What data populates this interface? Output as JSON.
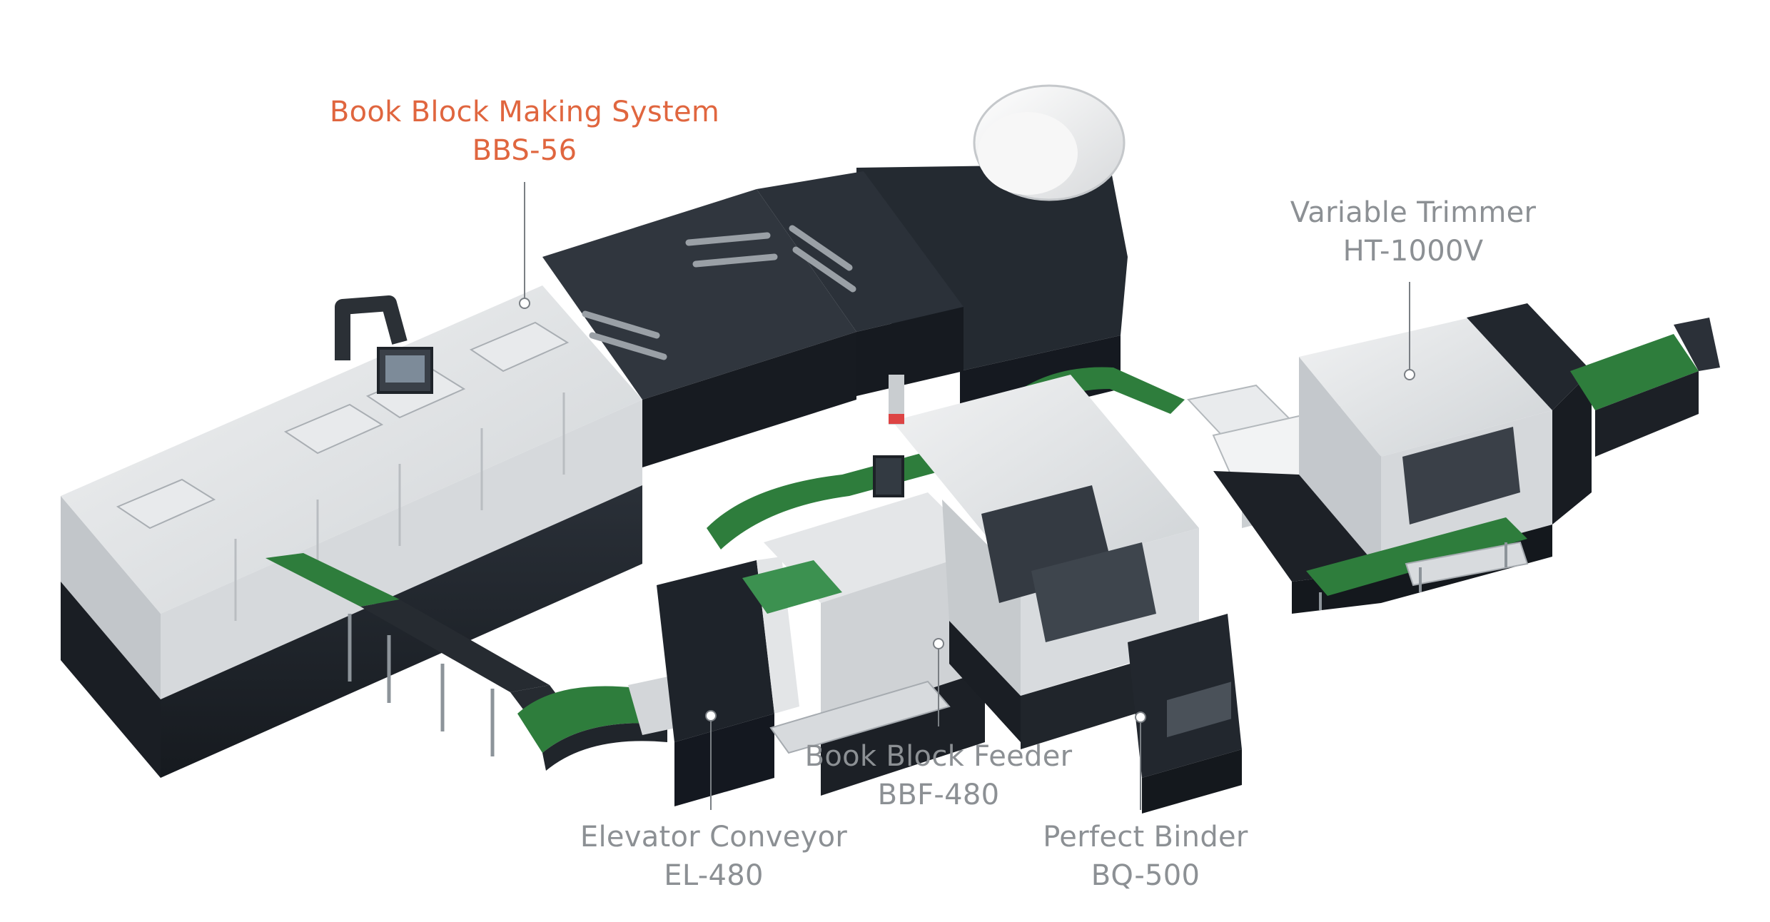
{
  "colors": {
    "accent_label": "#e0663f",
    "label": "#8c9094",
    "belt_green": "#2e7d3c",
    "machine_dark": "#1f242b",
    "machine_light": "#e6e8ea",
    "callout_line": "#7a7f84"
  },
  "labels": {
    "bbs": {
      "name": "Book Block Making System",
      "model": "BBS-56"
    },
    "trimmer": {
      "name": "Variable Trimmer",
      "model": "HT-1000V"
    },
    "feeder": {
      "name": "Book Block Feeder",
      "model": "BBF-480"
    },
    "elevator": {
      "name": "Elevator Conveyor",
      "model": "EL-480"
    },
    "binder": {
      "name": "Perfect Binder",
      "model": "BQ-500"
    }
  }
}
